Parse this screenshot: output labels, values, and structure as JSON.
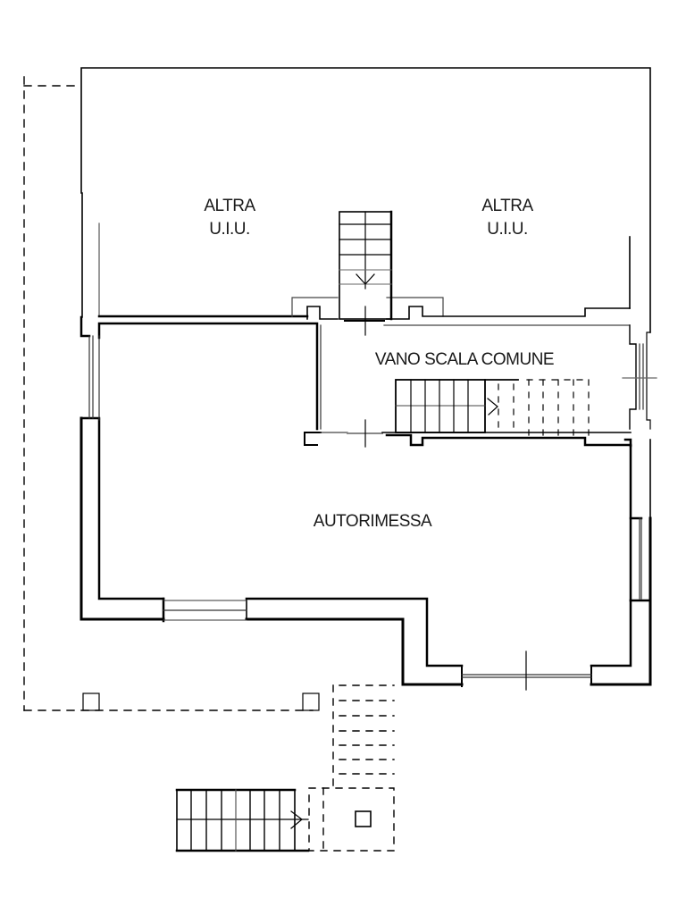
{
  "plan": {
    "rooms": [
      {
        "id": "altra-uiu-left",
        "line1": "ALTRA",
        "line2": "U.I.U."
      },
      {
        "id": "altra-uiu-right",
        "line1": "ALTRA",
        "line2": "U.I.U."
      },
      {
        "id": "vano-scala-comune",
        "line1": "VANO SCALA COMUNE"
      },
      {
        "id": "autorimessa",
        "line1": "AUTORIMESSA"
      }
    ],
    "colors": {
      "wall": "#000000",
      "thin_line": "#333333",
      "background": "#ffffff"
    }
  }
}
